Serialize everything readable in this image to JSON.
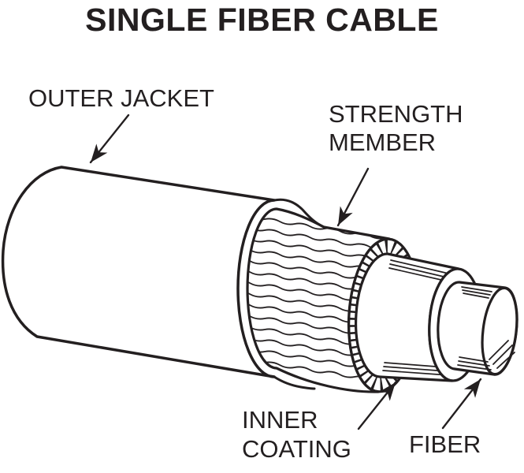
{
  "title": "SINGLE FIBER CABLE",
  "labels": {
    "outer_jacket": {
      "text": "OUTER JACKET"
    },
    "strength_member": {
      "line1": "STRENGTH",
      "line2": "MEMBER"
    },
    "inner_coating": {
      "line1": "INNER",
      "line2": "COATING"
    },
    "fiber": {
      "text": "FIBER"
    }
  },
  "diagram": {
    "description": "Cutaway line illustration of a single fiber cable showing, from outside to center: outer jacket, braided strength member, inner coating, and fiber.",
    "parts_labeled": [
      "OUTER JACKET",
      "STRENGTH MEMBER",
      "INNER COATING",
      "FIBER"
    ]
  },
  "colors": {
    "ink": "#231f20",
    "background": "#ffffff"
  }
}
